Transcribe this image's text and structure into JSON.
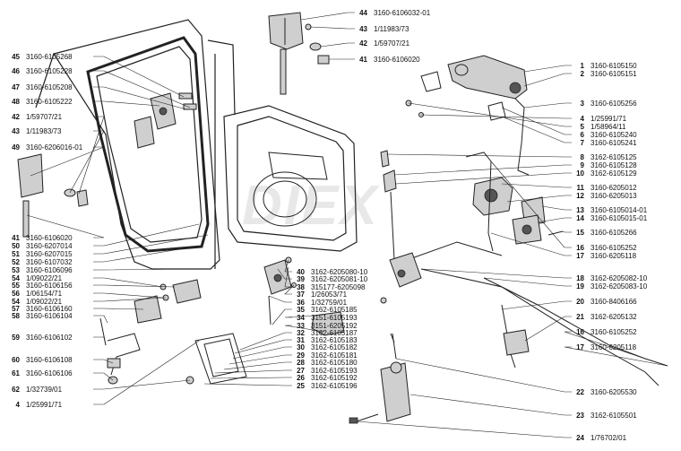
{
  "watermark": "DIEX",
  "left_labels": [
    {
      "num": "45",
      "code": "3160-6105268"
    },
    {
      "num": "46",
      "code": "3160-6105228"
    },
    {
      "num": "47",
      "code": "3160-6105208"
    },
    {
      "num": "48",
      "code": "3160-6105222"
    },
    {
      "num": "42",
      "code": "1/59707/21"
    },
    {
      "num": "43",
      "code": "1/11983/73"
    },
    {
      "num": "49",
      "code": "3160-6206016-01"
    },
    {
      "num": "41",
      "code": "3160-6106020"
    },
    {
      "num": "50",
      "code": "3160-6207014"
    },
    {
      "num": "51",
      "code": "3160-6207015"
    },
    {
      "num": "52",
      "code": "3160-6107032"
    },
    {
      "num": "53",
      "code": "3160-6106096"
    },
    {
      "num": "54",
      "code": "1/09022/21"
    },
    {
      "num": "55",
      "code": "3160-6106156"
    },
    {
      "num": "56",
      "code": "1/06154/71"
    },
    {
      "num": "54",
      "code": "1/09022/21"
    },
    {
      "num": "57",
      "code": "3160-6106160"
    },
    {
      "num": "58",
      "code": "3160-6106104"
    },
    {
      "num": "59",
      "code": "3160-6106102"
    },
    {
      "num": "60",
      "code": "3160-6106108"
    },
    {
      "num": "61",
      "code": "3160-6106106"
    },
    {
      "num": "62",
      "code": "1/32739/01"
    },
    {
      "num": "4",
      "code": "1/25991/71"
    }
  ],
  "top_labels": [
    {
      "num": "44",
      "code": "3160-6106032-01"
    },
    {
      "num": "43",
      "code": "1/11983/73"
    },
    {
      "num": "42",
      "code": "1/59707/21"
    },
    {
      "num": "41",
      "code": "3160-6106020"
    }
  ],
  "right_labels": [
    {
      "num": "1",
      "code": "3160-6105150"
    },
    {
      "num": "2",
      "code": "3160-6105151"
    },
    {
      "num": "3",
      "code": "3160-6105256"
    },
    {
      "num": "4",
      "code": "1/25991/71"
    },
    {
      "num": "5",
      "code": "1/58964/11"
    },
    {
      "num": "6",
      "code": "3160-6105240"
    },
    {
      "num": "7",
      "code": "3160-6105241"
    },
    {
      "num": "8",
      "code": "3162-6105125"
    },
    {
      "num": "9",
      "code": "3160-6105128"
    },
    {
      "num": "10",
      "code": "3162-6105129"
    },
    {
      "num": "11",
      "code": "3160-6205012"
    },
    {
      "num": "12",
      "code": "3160-6205013"
    },
    {
      "num": "13",
      "code": "3160-6105014-01"
    },
    {
      "num": "14",
      "code": "3160-6105015-01"
    },
    {
      "num": "15",
      "code": "3160-6105266"
    },
    {
      "num": "16",
      "code": "3160-6105252"
    },
    {
      "num": "17",
      "code": "3160-6205118"
    },
    {
      "num": "18",
      "code": "3162-6205082-10"
    },
    {
      "num": "19",
      "code": "3162-6205083-10"
    },
    {
      "num": "20",
      "code": "3160-8406166"
    },
    {
      "num": "21",
      "code": "3162-6205132"
    },
    {
      "num": "16",
      "code": "3160-6105252"
    },
    {
      "num": "17",
      "code": "3160-6205118"
    },
    {
      "num": "22",
      "code": "3160-6205530"
    },
    {
      "num": "23",
      "code": "3162-6105501"
    },
    {
      "num": "24",
      "code": "1/76702/01"
    }
  ],
  "center_labels": [
    {
      "num": "40",
      "code": "3162-6205080-10"
    },
    {
      "num": "39",
      "code": "3162-6205081-10"
    },
    {
      "num": "38",
      "code": "315177-6205098"
    },
    {
      "num": "37",
      "code": "1/26053/71"
    },
    {
      "num": "36",
      "code": "1/32759/01"
    },
    {
      "num": "35",
      "code": "3162-6105185"
    },
    {
      "num": "34",
      "code": "3151-6105193"
    },
    {
      "num": "33",
      "code": "3151-6205192"
    },
    {
      "num": "32",
      "code": "3162-6105187"
    },
    {
      "num": "31",
      "code": "3162-6105183"
    },
    {
      "num": "30",
      "code": "3162-6105182"
    },
    {
      "num": "29",
      "code": "3162-6105181"
    },
    {
      "num": "28",
      "code": "3162-6105180"
    },
    {
      "num": "27",
      "code": "3162-6105193"
    },
    {
      "num": "26",
      "code": "3162-6105192"
    },
    {
      "num": "25",
      "code": "3162-6105196"
    }
  ]
}
